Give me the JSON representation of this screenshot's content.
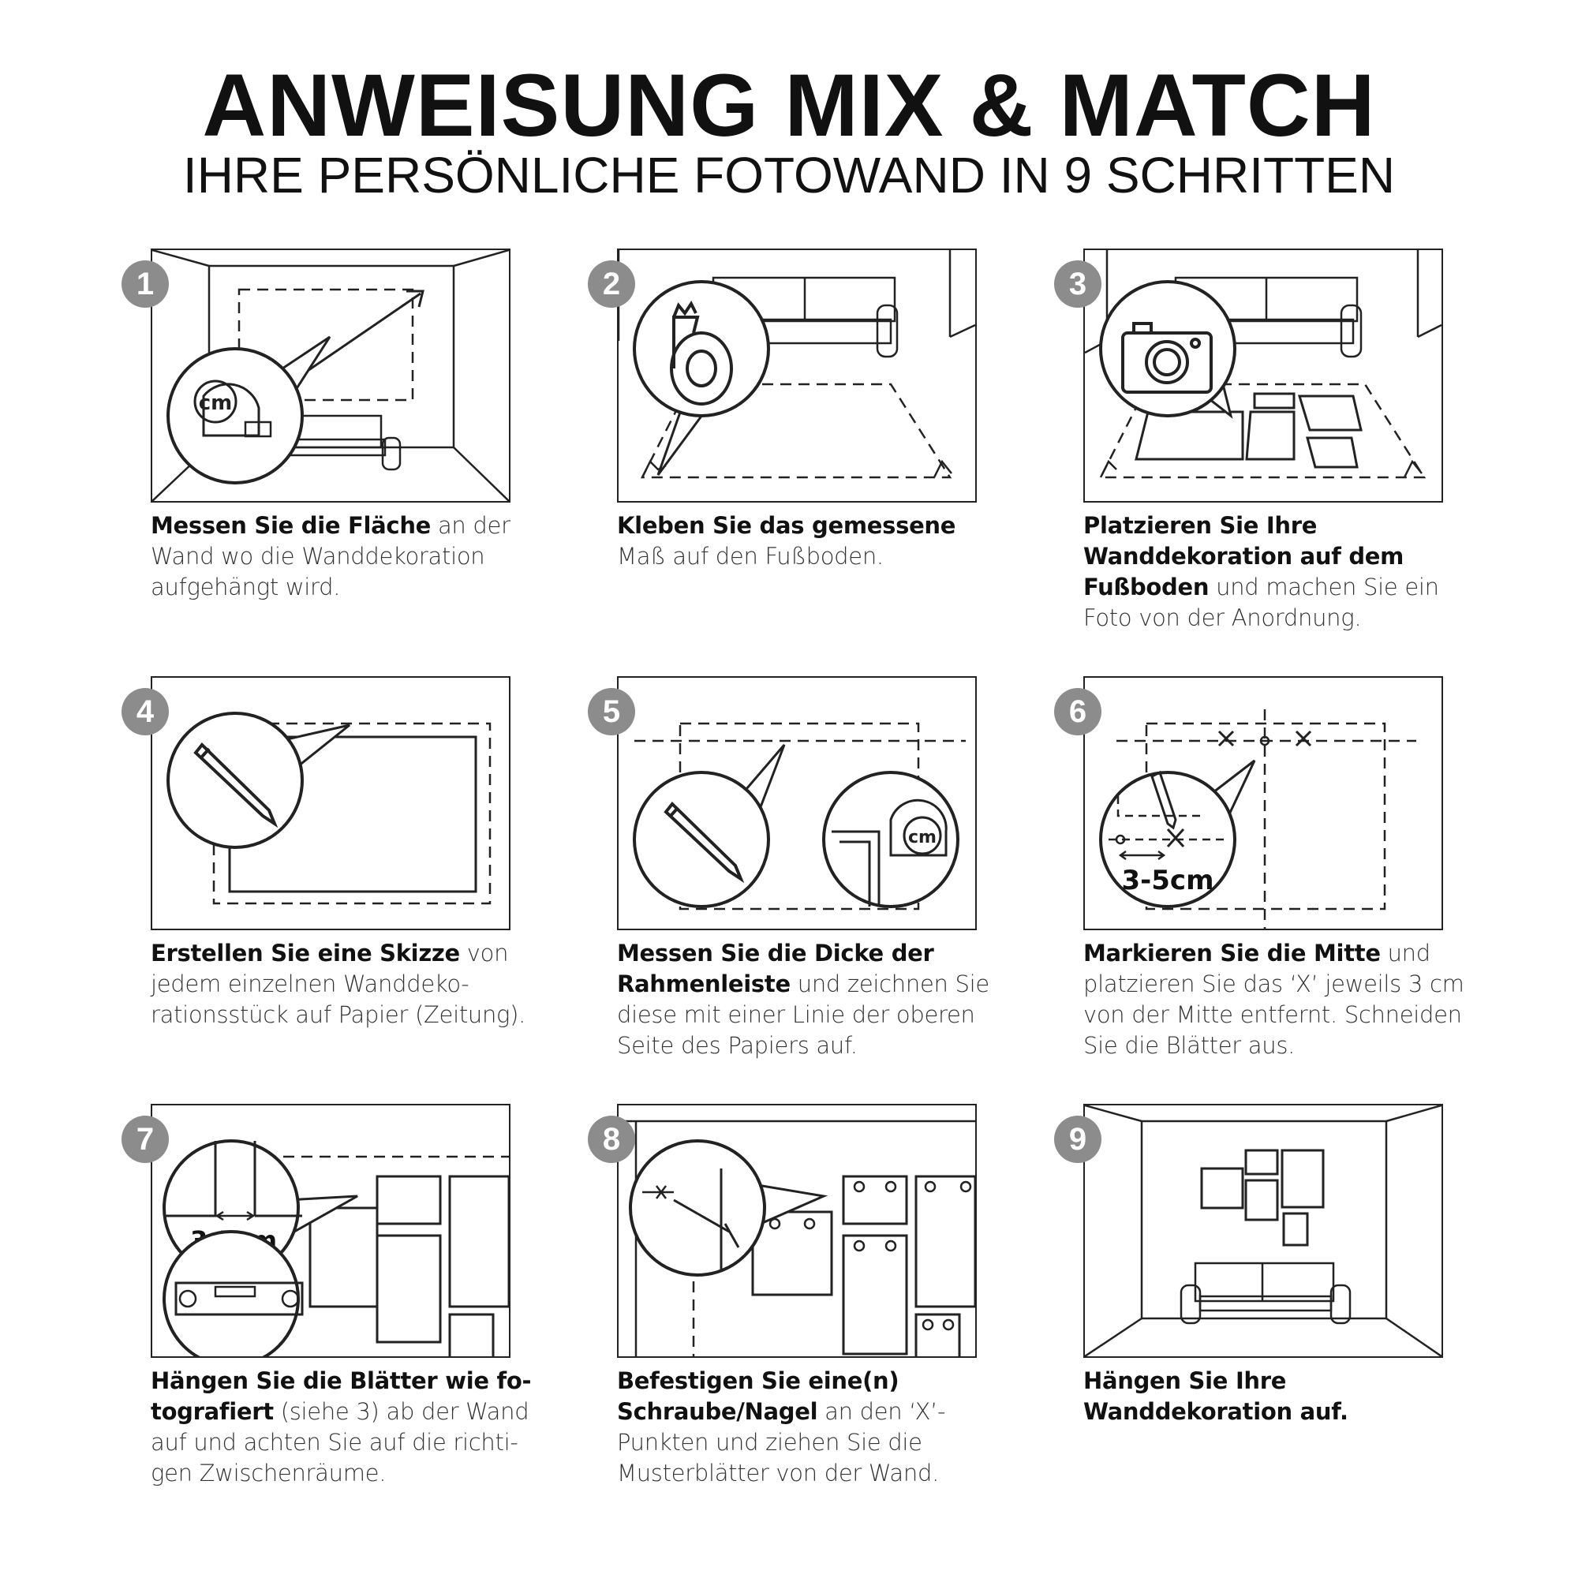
{
  "header": {
    "title": "ANWEISUNG MIX & MATCH",
    "subtitle": "IHRE PERSÖNLICHE FOTOWAND IN 9 SCHRITTEN"
  },
  "steps": [
    {
      "number": "1",
      "bold": "Messen Sie die Fläche",
      "text": " an der Wand wo die Wanddekoration aufgehängt wird.",
      "label": "cm"
    },
    {
      "number": "2",
      "bold": "Kleben Sie das gemessene",
      "text": " Maß auf den Fußboden."
    },
    {
      "number": "3",
      "bold": "Platzieren Sie Ihre Wanddekoration auf dem Fußboden",
      "text": " und machen Sie ein Foto von der Anordnung."
    },
    {
      "number": "4",
      "bold": "Erstellen Sie eine Skizze",
      "text": " von jedem einzelnen Wanddeko-rationsstück auf Papier (Zeitung)."
    },
    {
      "number": "5",
      "bold": "Messen Sie die Dicke der Rahmenleiste",
      "text": " und zeichnen Sie diese mit einer Linie der oberen Seite des Papiers auf.",
      "label": "cm"
    },
    {
      "number": "6",
      "bold": "Markieren Sie die Mitte",
      "text": " und platzieren Sie das ‘X’ jeweils 3 cm von der Mitte entfernt. Schneiden Sie die Blätter aus.",
      "label": "3-5cm"
    },
    {
      "number": "7",
      "bold": "Hängen Sie die Blätter wie fo-tografiert",
      "text": " (siehe 3) ab der Wand auf und achten Sie auf die richti-gen Zwischenräume.",
      "label": "3-5cm"
    },
    {
      "number": "8",
      "bold": "Befestigen Sie eine(n) Schraube/Nagel",
      "text": " an den ‘X’-Punkten und ziehen Sie die Musterblätter von der Wand."
    },
    {
      "number": "9",
      "bold": "Hängen Sie Ihre Wanddekoration auf.",
      "text": ""
    }
  ]
}
